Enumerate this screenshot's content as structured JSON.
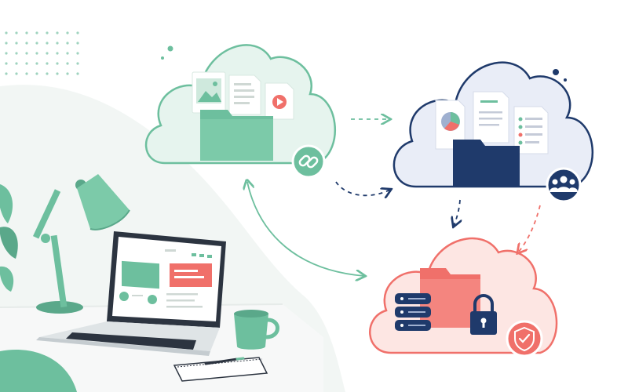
{
  "illustration": {
    "subject": "cloud-file-sharing",
    "colors": {
      "green": "#6dbf9e",
      "green_dark": "#5aa88a",
      "green_light": "#e6f4ee",
      "navy": "#1f3a6b",
      "navy_light": "#e9edf7",
      "coral": "#f0706a",
      "coral_light": "#fde6e3",
      "background_blob": "#f2f6f4",
      "dot_grid": "#9fd3bf"
    },
    "clouds": [
      {
        "id": "cloud-green",
        "theme": "green",
        "contents": [
          "image-file-icon",
          "document-file-icon",
          "video-file-icon",
          "folder-icon"
        ],
        "badge": "link-icon"
      },
      {
        "id": "cloud-navy",
        "theme": "navy",
        "contents": [
          "pie-chart-file-icon",
          "document-file-icon",
          "checklist-file-icon",
          "folder-icon"
        ],
        "badge": "team-icon"
      },
      {
        "id": "cloud-coral",
        "theme": "coral",
        "contents": [
          "database-icon",
          "folder-icon",
          "padlock-icon"
        ],
        "badge": "shield-check-icon"
      }
    ],
    "desk_items": [
      "desk-lamp",
      "laptop",
      "coffee-mug",
      "notepad",
      "pen",
      "plant"
    ]
  }
}
